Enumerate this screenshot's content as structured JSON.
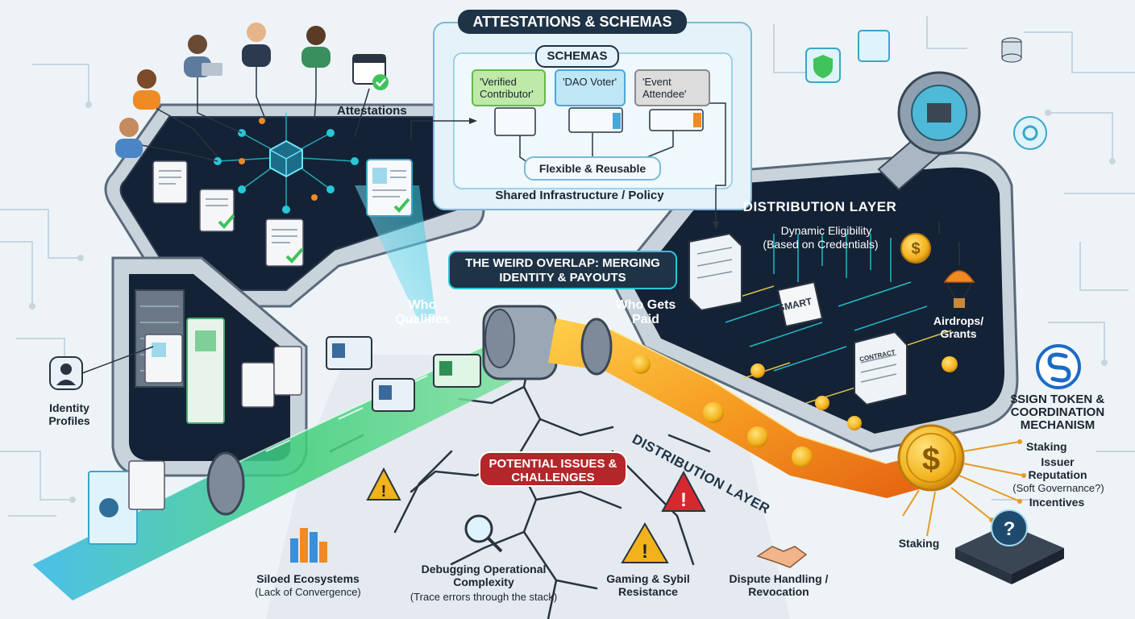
{
  "header": {
    "title": "ATTESTATIONS & SCHEMAS",
    "schemas_label": "SCHEMAS"
  },
  "schemas": [
    {
      "label": "'Verified Contributor'",
      "color": "#bfe9a8",
      "border": "#66b84a"
    },
    {
      "label": "'DAO Voter'",
      "color": "#bfe6f5",
      "border": "#4aa8d8"
    },
    {
      "label": "'Event Attendee'",
      "color": "#dcdcdc",
      "border": "#8a8a8a"
    }
  ],
  "schema_footer": {
    "flexible": "Flexible & Reusable",
    "shared": "Shared Infrastructure / Policy"
  },
  "identity": {
    "attestations_label": "Attestations",
    "profiles_label": "Identity Profiles",
    "who_qualifies": "Who Qualifies"
  },
  "overlap": {
    "title": "THE WEIRD OVERLAP: MERGING IDENTITY & PAYOUTS",
    "who_gets_paid": "Who Gets Paid"
  },
  "distribution": {
    "title": "DISTRIBUTION LAYER",
    "eligibility": "Dynamic Eligibility",
    "eligibility_sub": "(Based on Credentials)",
    "airdrops": "Airdrops/ Grants",
    "pipe_label": "DISTRIBUTION LAYER",
    "smart_label": "SMART",
    "contract_label": "CONTRACT"
  },
  "token": {
    "title": "$SIGN TOKEN & COORDINATION MECHANISM",
    "staking": "Staking",
    "issuer_reputation": "Issuer Reputation",
    "soft_governance": "(Soft Governance?)",
    "incentives": "Incentives",
    "staking_bottom": "Staking"
  },
  "issues": {
    "title": "POTENTIAL ISSUES & CHALLENGES",
    "items": [
      {
        "title": "Siloed Ecosystems",
        "sub": "(Lack of Convergence)"
      },
      {
        "title": "Debugging Operational Complexity",
        "sub": "(Trace errors through the stack)"
      },
      {
        "title": "Gaming & Sybil Resistance",
        "sub": ""
      },
      {
        "title": "Dispute Handling / Revocation",
        "sub": ""
      }
    ]
  },
  "colors": {
    "navy": "#1e3346",
    "panel_dark": "#142235",
    "teal": "#27c7d8",
    "green": "#3fd07a",
    "orange": "#f08a22",
    "red_badge": "#b3262a",
    "gold": "#f2b21b"
  },
  "icons": [
    "person-icon",
    "document-icon",
    "check-icon",
    "warning-icon",
    "coin-icon",
    "parachute-icon",
    "magnifier-icon",
    "handshake-icon",
    "bar-chart-icon",
    "question-icon",
    "shield-icon",
    "server-icon",
    "token-logo-icon"
  ]
}
